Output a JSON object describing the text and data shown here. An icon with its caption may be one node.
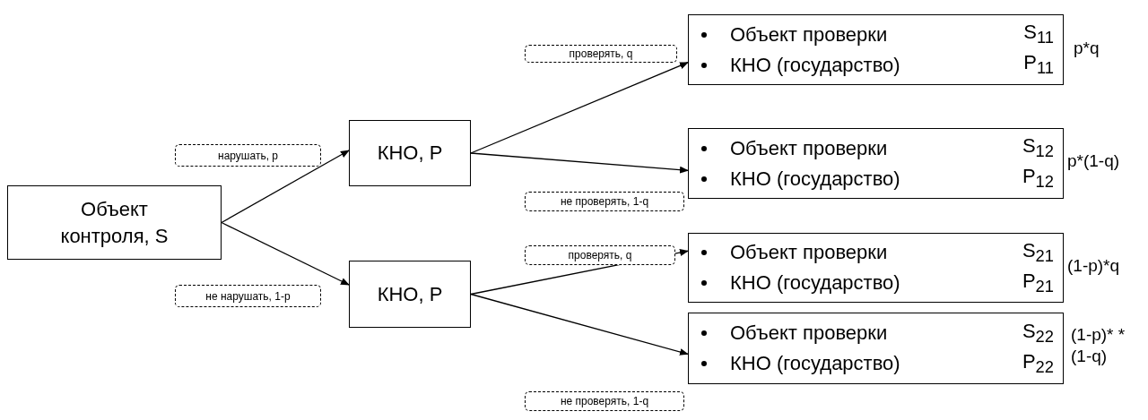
{
  "diagram": {
    "nodes": [
      {
        "text": [
          "Объект контроля, S"
        ]
      },
      {
        "text": [
          "КНО, P"
        ]
      },
      {
        "text": [
          "КНО, P"
        ]
      },
      {
        "text": [
          "Объект проверки",
          "S$_{11}$",
          "КНО (государство)",
          "P$_{11}$"
        ],
        "beside": [
          "p*q"
        ]
      },
      {
        "text": [
          "Объект проверки",
          "S$_{12}$",
          "КНО (государство)",
          "P$_{12}$"
        ],
        "beside": [
          "p*(1-q)"
        ]
      },
      {
        "text": [
          "Объект проверки",
          "S$_{21}$",
          "КНО (государство)",
          "P$_{21}$"
        ],
        "beside": [
          "(1-p)*q"
        ]
      },
      {
        "text": [
          "Объект проверки",
          "S$_{22}$",
          "КНО (государство)",
          "P$_{22}$"
        ],
        "beside": [
          "(1-p)* *(1-q)"
        ]
      }
    ],
    "edges": [
      {
        "from": 0,
        "to": 1,
        "arrow": "to",
        "label": "нарушать, p"
      },
      {
        "from": 0,
        "to": 2,
        "arrow": "to",
        "label": "не нарушать, 1-p"
      },
      {
        "from": 1,
        "to": 3,
        "arrow": "to",
        "label": "проверять, q"
      },
      {
        "from": 1,
        "to": 4,
        "arrow": "to",
        "label": "не проверять, 1-q"
      },
      {
        "from": 2,
        "to": 5,
        "arrow": "to",
        "label": "проверять, q"
      },
      {
        "from": 2,
        "to": 6,
        "arrow": "to",
        "label": "не проверять, 1-q"
      }
    ]
  }
}
